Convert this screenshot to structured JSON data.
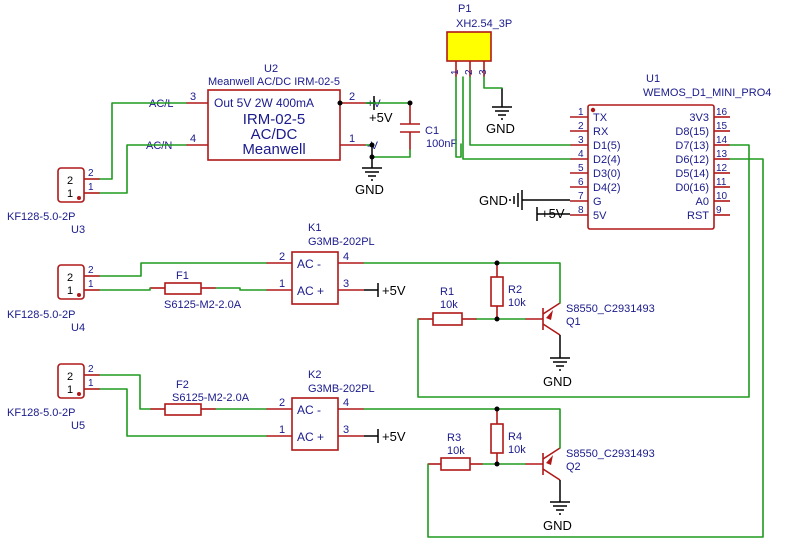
{
  "components": {
    "p1": {
      "ref": "P1",
      "value": "XH2.54_3P",
      "pins": [
        "1",
        "2",
        "3"
      ]
    },
    "u1": {
      "ref": "U1",
      "value": "WEMOS_D1_MINI_PRO4",
      "left_pins": [
        [
          "1",
          "TX"
        ],
        [
          "2",
          "RX"
        ],
        [
          "3",
          "D1(5)"
        ],
        [
          "4",
          "D2(4)"
        ],
        [
          "5",
          "D3(0)"
        ],
        [
          "6",
          "D4(2)"
        ],
        [
          "7",
          "G"
        ],
        [
          "8",
          "5V"
        ]
      ],
      "right_pins": [
        [
          "16",
          "3V3"
        ],
        [
          "15",
          "D8(15)"
        ],
        [
          "14",
          "D7(13)"
        ],
        [
          "13",
          "D6(12)"
        ],
        [
          "12",
          "D5(14)"
        ],
        [
          "11",
          "D0(16)"
        ],
        [
          "10",
          "A0"
        ],
        [
          "9",
          "RST"
        ]
      ]
    },
    "u2": {
      "ref": "U2",
      "value": "Meanwell AC/DC IRM-02-5",
      "spec": "Out 5V 2W 400mA",
      "big1": "IRM-02-5",
      "big2": "AC/DC",
      "big3": "Meanwell",
      "pin_ac_l": "3",
      "pin_ac_n": "4",
      "pin_vp": "2",
      "pin_vm": "1",
      "net_ac_l": "AC/L",
      "net_ac_n": "AC/N",
      "lbl_vp": "+V",
      "lbl_vm": "-V"
    },
    "c1": {
      "ref": "C1",
      "value": "100nF"
    },
    "u3": {
      "ref": "U3",
      "value": "KF128-5.0-2P",
      "pin1": "1",
      "pin2": "2"
    },
    "u4": {
      "ref": "U4",
      "value": "KF128-5.0-2P",
      "pin1": "1",
      "pin2": "2"
    },
    "u5": {
      "ref": "U5",
      "value": "KF128-5.0-2P",
      "pin1": "1",
      "pin2": "2"
    },
    "k1": {
      "ref": "K1",
      "value": "G3MB-202PL",
      "in_m": "AC -",
      "in_p": "AC +",
      "p1": "1",
      "p2": "2",
      "p3": "3",
      "p4": "4"
    },
    "k2": {
      "ref": "K2",
      "value": "G3MB-202PL",
      "in_m": "AC -",
      "in_p": "AC +",
      "p1": "1",
      "p2": "2",
      "p3": "3",
      "p4": "4"
    },
    "f1": {
      "ref": "F1",
      "value": "S6125-M2-2.0A"
    },
    "f2": {
      "ref": "F2",
      "value": "S6125-M2-2.0A"
    },
    "r1": {
      "ref": "R1",
      "value": "10k"
    },
    "r2": {
      "ref": "R2",
      "value": "10k"
    },
    "r3": {
      "ref": "R3",
      "value": "10k"
    },
    "r4": {
      "ref": "R4",
      "value": "10k"
    },
    "q1": {
      "ref": "Q1",
      "value": "S8550_C2931493"
    },
    "q2": {
      "ref": "Q2",
      "value": "S8550_C2931493"
    }
  },
  "nets": {
    "gnd": "GND",
    "vcc": "+5V"
  },
  "colors": {
    "wire": "#1e9a1e",
    "part": "#b01818",
    "text": "#1a1a8c",
    "header_fill": "#ffff00"
  }
}
